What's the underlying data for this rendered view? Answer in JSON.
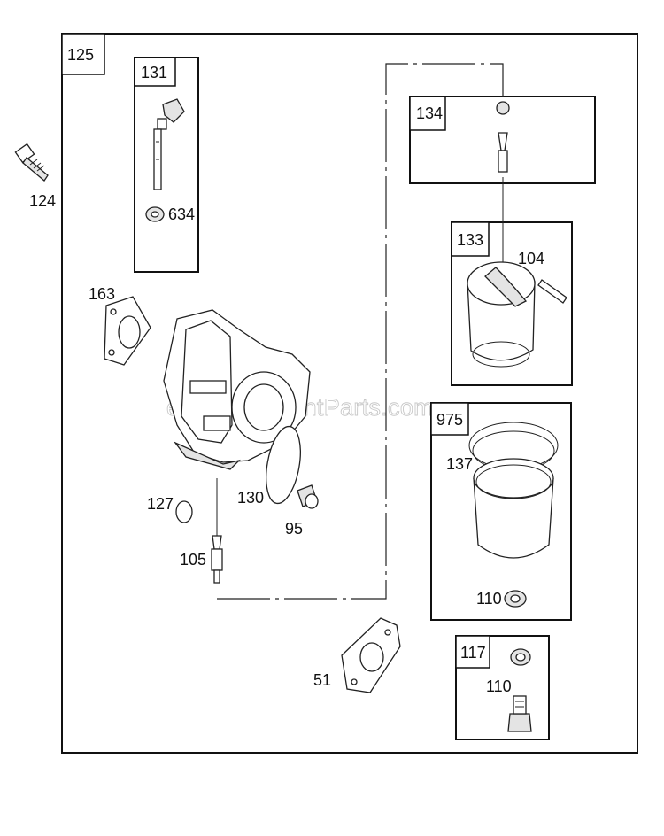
{
  "watermark": "eReplacementParts.com",
  "assembly": {
    "number": "125"
  },
  "boxes": {
    "b131": {
      "number": "131"
    },
    "b134": {
      "number": "134"
    },
    "b133": {
      "number": "133"
    },
    "b975": {
      "number": "975"
    },
    "b117": {
      "number": "117"
    }
  },
  "callouts": {
    "c124": "124",
    "c634": "634",
    "c163": "163",
    "c104": "104",
    "c137": "137",
    "c127": "127",
    "c130": "130",
    "c95": "95",
    "c105": "105",
    "c110a": "110",
    "c51": "51",
    "c110b": "110"
  }
}
